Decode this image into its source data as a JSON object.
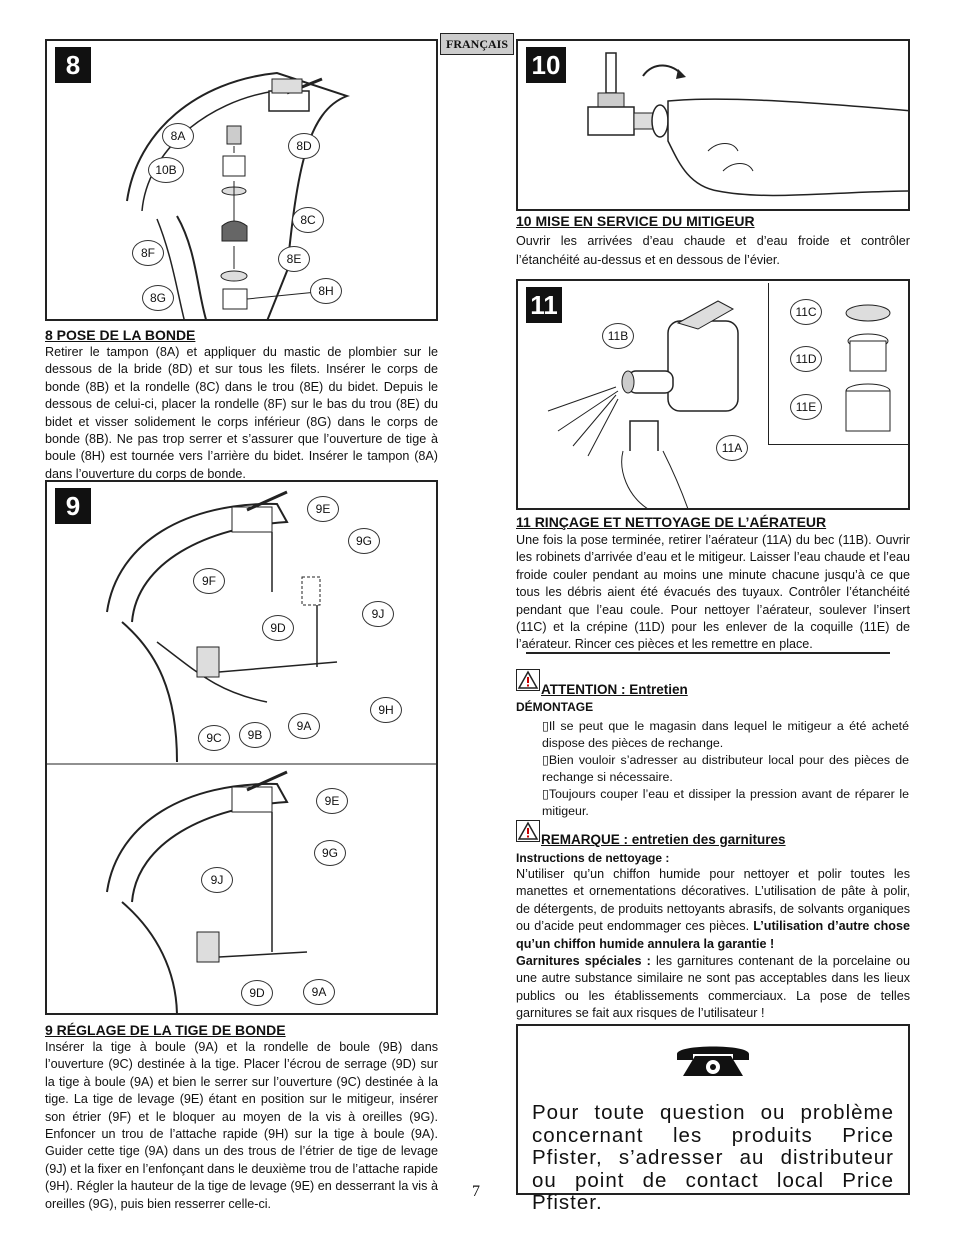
{
  "language_tab": "FRANÇAIS",
  "page_number": "7",
  "fig8": {
    "number": "8",
    "labels": [
      "8A",
      "10B",
      "8D",
      "8C",
      "8F",
      "8E",
      "8G",
      "8H"
    ]
  },
  "fig9": {
    "number": "9",
    "labels_top": [
      "9E",
      "9G",
      "9F",
      "9J",
      "9D",
      "9H",
      "9C",
      "9B",
      "9A"
    ],
    "labels_bottom": [
      "9E",
      "9G",
      "9J",
      "9D",
      "9A"
    ]
  },
  "fig10": {
    "number": "10"
  },
  "fig11": {
    "number": "11",
    "labels": [
      "11B",
      "11A",
      "11C",
      "11D",
      "11E"
    ]
  },
  "section8": {
    "title": "8  POSE DE LA BONDE",
    "text": "Retirer le tampon (8A) et appliquer du mastic de plombier sur le dessous de la bride (8D) et sur tous les filets. Insérer le corps de bonde (8B) et la rondelle (8C) dans le trou (8E) du bidet. Depuis le dessous de celui-ci, placer la rondelle (8F) sur le bas du trou (8E) du bidet et visser solidement le corps inférieur (8G) dans le corps de bonde (8B). Ne pas trop serrer et s’assurer que l’ouverture de tige à boule (8H) est tournée vers l’arrière du bidet. Insérer le tampon (8A) dans l’ouverture du corps de bonde."
  },
  "section9": {
    "title": "9 RÉGLAGE DE LA TIGE DE BONDE",
    "text": "Insérer la tige à boule (9A) et la rondelle de boule (9B) dans l’ouverture (9C) destinée à la tige. Placer l’écrou de serrage (9D) sur la tige à boule (9A) et bien le serrer sur l’ouverture (9C) destinée à la tige. La tige de levage (9E) étant en position sur le mitigeur, insérer son étrier (9F) et le bloquer au moyen de la vis à oreilles (9G). Enfoncer un trou de l’attache rapide (9H) sur la tige à boule (9A). Guider cette tige (9A) dans un des trous de l’étrier de tige de levage (9J) et la fixer en l’enfonçant dans le deuxième trou de l’attache rapide (9H). Régler la hauteur de la tige de levage (9E) en desserrant la vis à oreilles (9G), puis bien resserrer celle-ci."
  },
  "section10": {
    "title": "10  MISE EN SERVICE DU MITIGEUR",
    "text": "Ouvrir les arrivées d’eau chaude et d’eau froide et contrôler l’étanchéité au-dessus et en dessous de l’évier."
  },
  "section11": {
    "title": "11  RINÇAGE ET NETTOYAGE DE L’AÉRATEUR",
    "text": "Une fois la pose terminée, retirer l’aérateur (11A) du bec (11B). Ouvrir les robinets d’arrivée d’eau et le mitigeur. Laisser l’eau chaude et l’eau froide couler pendant au moins une minute chacune jusqu’à ce que tous les débris aient été évacués des tuyaux. Contrôler l’étanchéité pendant que l’eau coule. Pour nettoyer l’aérateur, soulever l’insert (11C) et la crépine (11D) pour les enlever de la coquille (11E) de l’aérateur. Rincer ces pièces et les remettre en place."
  },
  "attention": {
    "title": "ATTENTION : Entretien",
    "subtitle": "DÉMONTAGE",
    "bullets": [
      "Il se peut que le magasin dans lequel le mitigeur a été acheté dispose des pièces de rechange.",
      "Bien vouloir s’adresser au distributeur local pour des pièces de rechange si nécessaire.",
      "Toujours couper l’eau et dissiper la pression avant de réparer le mitigeur."
    ]
  },
  "remarque": {
    "title": "REMARQUE : entretien des garnitures",
    "subtitle": "Instructions de nettoyage :",
    "text1": "N’utiliser qu’un chiffon humide pour nettoyer et polir toutes les manettes et ornementations décoratives. L’utilisation de pâte à polir, de détergents, de produits nettoyants abrasifs, de solvants organiques ou d’acide peut endommager ces pièces.",
    "text1_bold": "L’utilisation d’autre chose qu’un chiffon humide annulera la garantie !",
    "text2_bold": "Garnitures spéciales :",
    "text2": "les garnitures contenant de la porcelaine ou une autre substance similaire ne sont pas acceptables dans les lieux publics ou les établissements commerciaux. La pose de telles garnitures se fait aux risques de l’utilisateur !"
  },
  "contact": {
    "text": "Pour toute question ou problème concernant les produits Price Pfister, s’adresser au distributeur ou point de contact local Price Pfister."
  }
}
